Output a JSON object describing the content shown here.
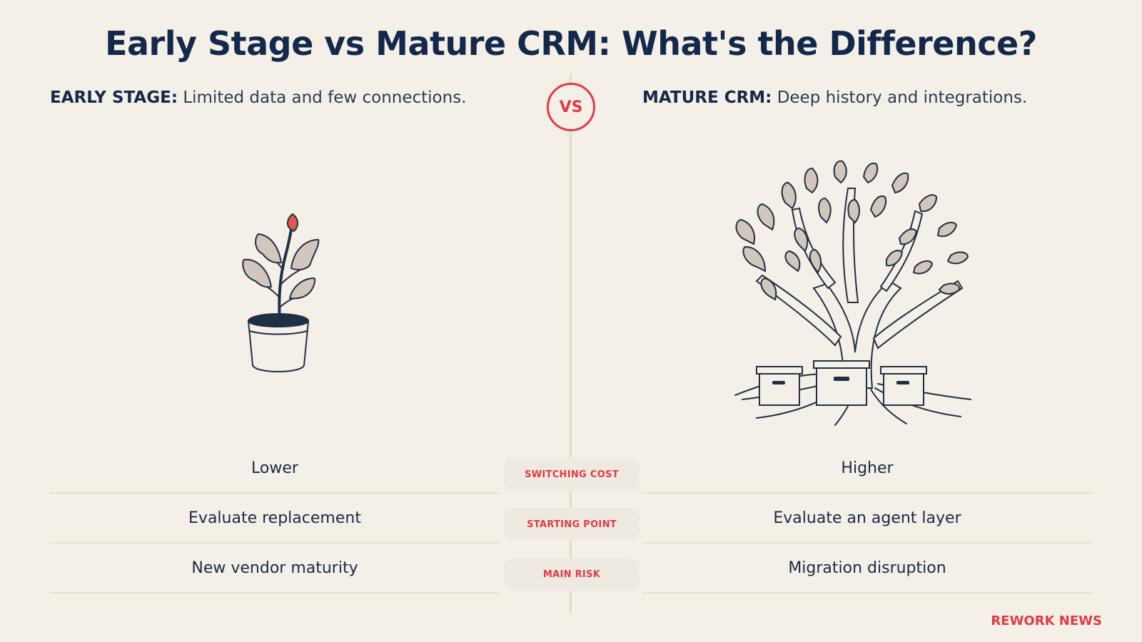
{
  "title": "Early Stage vs Mature CRM: What's the Difference?",
  "vs_label": "VS",
  "left": {
    "heading": "EARLY STAGE:",
    "description": "Limited data and few connections."
  },
  "right": {
    "heading": "MATURE CRM:",
    "description": "Deep history and integrations."
  },
  "rows": [
    {
      "label": "SWITCHING COST",
      "left": "Lower",
      "right": "Higher"
    },
    {
      "label": "STARTING POINT",
      "left": "Evaluate replacement",
      "right": "Evaluate an agent layer"
    },
    {
      "label": "MAIN RISK",
      "left": "New vendor maturity",
      "right": "Migration disruption"
    }
  ],
  "brand": "REWORK NEWS",
  "icons": {
    "left_illustration": "seedling-pot-icon",
    "right_illustration": "tree-with-boxes-icon"
  },
  "colors": {
    "accent": "#e03a44",
    "heading": "#13294b",
    "background": "#f4f0e8",
    "leaf": "#d3c7bb"
  }
}
